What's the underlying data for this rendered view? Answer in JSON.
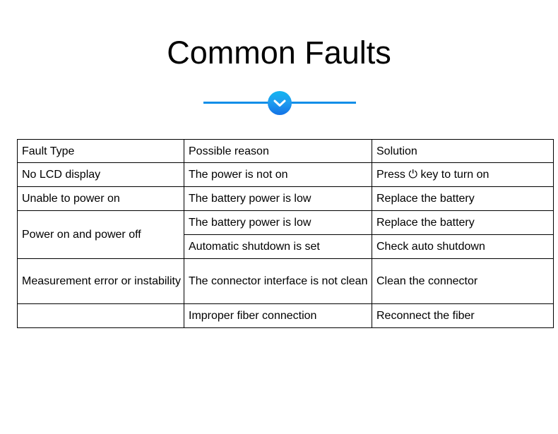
{
  "slide": {
    "title": "Common Faults",
    "accent_color": "#0d8ee8",
    "badge_gradient_from": "#13b5f0",
    "badge_gradient_to": "#1472e6",
    "divider_icon": "chevron-down-icon"
  },
  "table": {
    "headers": [
      "Fault Type",
      "Possible reason",
      "Solution"
    ],
    "rows": [
      {
        "fault_type": "No LCD display",
        "reason": "The power is not on",
        "solution": "Press ⏻ key to turn on"
      },
      {
        "fault_type": "Unable to power on",
        "reason": "The battery power is low",
        "solution": "Replace the battery"
      },
      {
        "fault_type": "Power on and power off",
        "reason": "The battery power is low",
        "solution": "Replace the battery"
      },
      {
        "fault_type": "",
        "reason": "Automatic shutdown is set",
        "solution": "Check auto shutdown"
      },
      {
        "fault_type": "Measurement error or instability",
        "reason": "The connector interface is not clean",
        "solution": "Clean the connector"
      },
      {
        "fault_type": "",
        "reason": "Improper fiber connection",
        "solution": "Reconnect the fiber"
      }
    ]
  }
}
